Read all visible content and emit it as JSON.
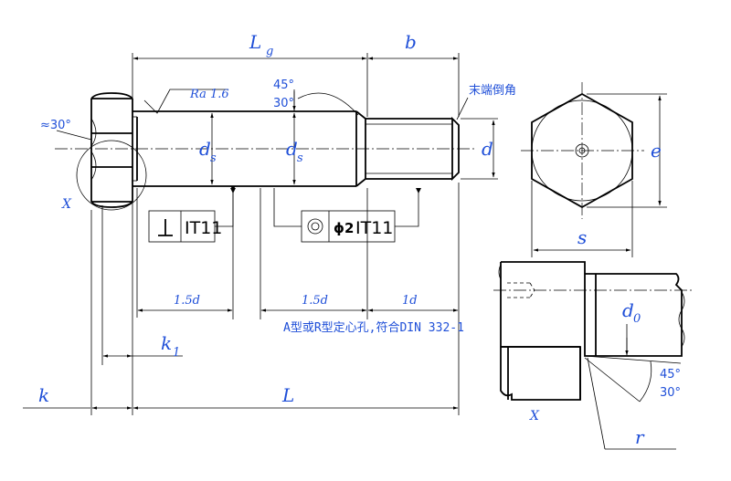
{
  "main_view": {
    "lg": "L",
    "lg_sub": "g",
    "b": "b",
    "ra": "Ra 1.6",
    "chamfer_angle_1": "45°",
    "chamfer_angle_2": "30°",
    "end_chamfer_note": "末端倒角",
    "ds_1": "d",
    "ds_1_sub": "s",
    "ds_2": "d",
    "ds_2_sub": "s",
    "d": "d",
    "head_angle": "≈30°",
    "x_label": "X",
    "tol_1_value": "IT11",
    "tol_2_value": "ϕ2",
    "tol_2_grade": "IT11",
    "dim_15d_1": "1.5d",
    "dim_15d_2": "1.5d",
    "dim_1d": "1d",
    "center_hole_note": "A型或R型定心孔,符合DIN 332-1",
    "k1": "k",
    "k1_sub": "1",
    "k": "k",
    "L": "L"
  },
  "end_view": {
    "e": "e",
    "s": "s"
  },
  "detail_view": {
    "d0": "d",
    "d0_sub": "0",
    "angle_1": "45°",
    "angle_2": "30°",
    "x_label": "X",
    "r": "r"
  }
}
